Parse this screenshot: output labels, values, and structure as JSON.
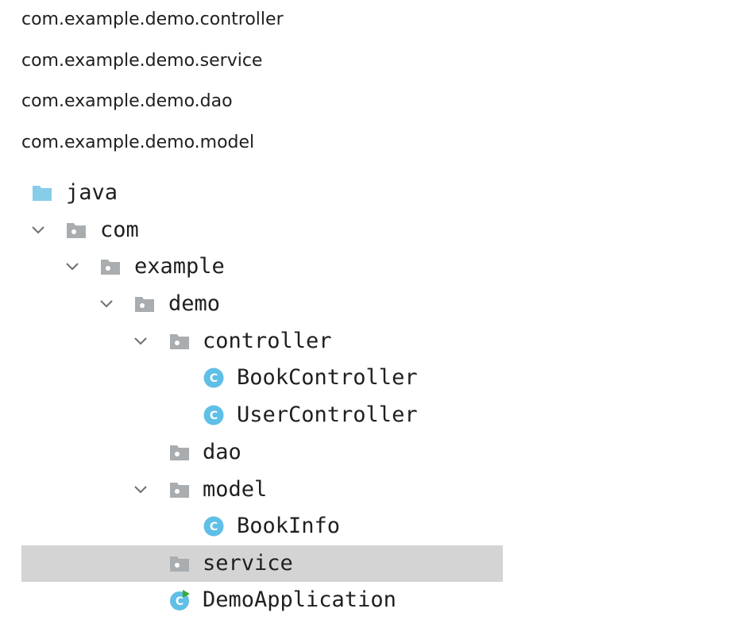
{
  "package_list": [
    "com.example.demo.controller",
    "com.example.demo.service",
    "com.example.demo.dao",
    "com.example.demo.model"
  ],
  "colors": {
    "source_root_folder": "#87cdea",
    "package_folder": "#a9adb0",
    "class_icon": "#5fbfe6",
    "run_marker": "#3aa836",
    "selection": "#d4d4d4",
    "text": "#1f1f1f"
  },
  "tree": {
    "java": {
      "label": "java",
      "icon": "source-root-folder-icon"
    },
    "com": {
      "label": "com",
      "icon": "package-folder-icon",
      "expanded": true
    },
    "example": {
      "label": "example",
      "icon": "package-folder-icon",
      "expanded": true
    },
    "demo": {
      "label": "demo",
      "icon": "package-folder-icon",
      "expanded": true
    },
    "controller": {
      "label": "controller",
      "icon": "package-folder-icon",
      "expanded": true
    },
    "book_controller": {
      "label": "BookController",
      "icon": "class-icon",
      "badge": "C"
    },
    "user_controller": {
      "label": "UserController",
      "icon": "class-icon",
      "badge": "C"
    },
    "dao": {
      "label": "dao",
      "icon": "package-folder-icon"
    },
    "model": {
      "label": "model",
      "icon": "package-folder-icon",
      "expanded": true
    },
    "book_info": {
      "label": "BookInfo",
      "icon": "class-icon",
      "badge": "C"
    },
    "service": {
      "label": "service",
      "icon": "package-folder-icon",
      "selected": true
    },
    "demo_application": {
      "label": "DemoApplication",
      "icon": "runnable-class-icon",
      "badge": "C"
    }
  }
}
